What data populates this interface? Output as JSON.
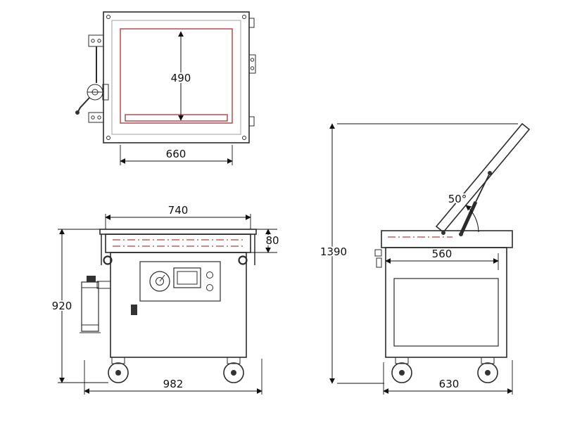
{
  "views": {
    "top": {
      "inner_depth": "490",
      "inner_width": "660"
    },
    "front": {
      "lid_width": "740",
      "lid_height": "80",
      "body_height": "920",
      "overall_width": "982"
    },
    "side": {
      "overall_height": "1390",
      "lid_open_angle": "50°",
      "chamber_depth": "560",
      "base_depth": "630"
    }
  },
  "colors": {
    "line": "#2b2b2b",
    "seal": "#b04040",
    "dimension": "#111111",
    "background": "#ffffff"
  }
}
